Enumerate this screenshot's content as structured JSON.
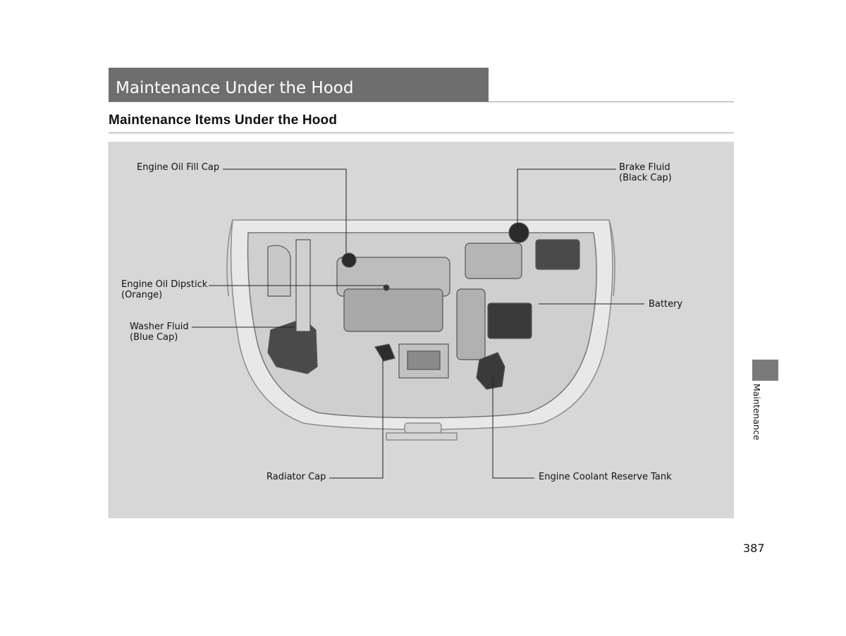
{
  "section_title": "Maintenance Under the Hood",
  "subsection_title": "Maintenance Items Under the Hood",
  "callouts": {
    "engine_oil_fill_cap": "Engine Oil Fill Cap",
    "brake_fluid": [
      "Brake Fluid",
      "(Black Cap)"
    ],
    "engine_oil_dipstick": [
      "Engine Oil Dipstick",
      "(Orange)"
    ],
    "battery": "Battery",
    "washer_fluid": [
      "Washer Fluid",
      "(Blue Cap)"
    ],
    "radiator_cap": "Radiator Cap",
    "engine_coolant_reserve_tank": "Engine Coolant Reserve Tank"
  },
  "side_tab_label": "Maintenance",
  "page_number": "387",
  "colors": {
    "banner": "#6e6e6e",
    "panel": "#d7d7d7",
    "side_tab": "#7a7a7a"
  }
}
